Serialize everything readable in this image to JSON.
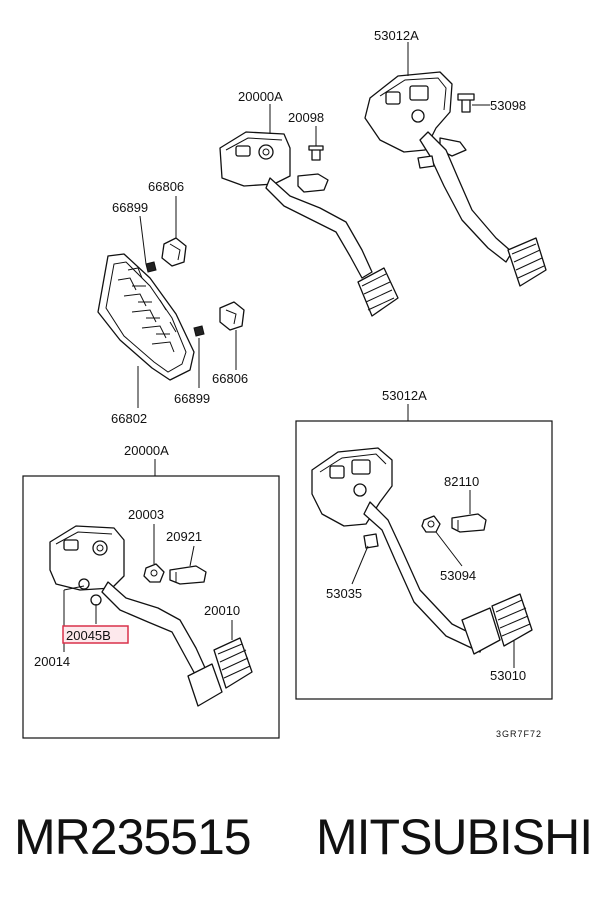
{
  "labels": {
    "top_brake_bracket": "53012A",
    "top_bolt": "53098",
    "top_clutch_bracket": "20000A",
    "top_screw": "20098",
    "clip_upper": "66806",
    "bolt_upper": "66899",
    "footrest": "66802",
    "bolt_lower": "66899",
    "clip_lower": "66806",
    "box_clutch_title": "20000A",
    "bushing": "20003",
    "switch_clutch": "20921",
    "clutch_pad": "20010",
    "stopper": "20014",
    "highlight_part": "20045B",
    "box_brake_title": "53012A",
    "switch_brake": "82110",
    "brake_nut": "53094",
    "brake_pin": "53035",
    "brake_pad": "53010"
  },
  "diagram_code": "3GR7F72",
  "footer": {
    "part_number": "MR235515",
    "brand": "MITSUBISHI"
  },
  "colors": {
    "highlight_fill": "#fde8ec",
    "highlight_stroke": "#d9304a",
    "ink": "#111111"
  }
}
